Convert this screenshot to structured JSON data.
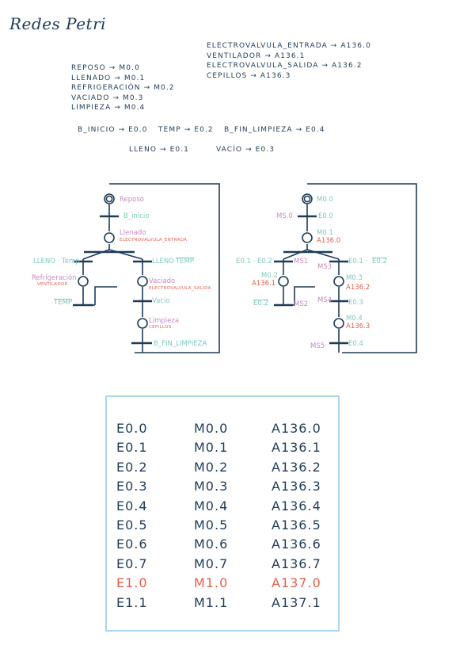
{
  "title": "Redes Petri",
  "marks": [
    {
      "text": "REPOSO → M0.0"
    },
    {
      "text": "LLENADO → M0.1"
    },
    {
      "text": "REFRIGERACIÓN → M0.2"
    },
    {
      "text": "VACIADO → M0.3"
    },
    {
      "text": "LIMPIEZA → M0.4"
    }
  ],
  "outputs": [
    {
      "text": "ELECTROVALVULA_ENTRADA → A136.0"
    },
    {
      "text": "VENTILADOR → A136.1"
    },
    {
      "text": "ELECTROVALVULA_SALIDA → A136.2"
    },
    {
      "text": "CEPILLOS → A136.3"
    }
  ],
  "inputs_row1": [
    {
      "text": "B_INICIO → E0.0"
    },
    {
      "text": "TEMP → E0.2"
    },
    {
      "text": "B_FIN_LIMPIEZA → E0.4"
    }
  ],
  "inputs_row2": [
    {
      "text": "LLENO → E0.1"
    },
    {
      "text": "VACÍO → E0.3"
    }
  ],
  "left_net": {
    "p_reposo": "Reposo",
    "t_inicio": "B_inicio",
    "p_llenado": "Llenado",
    "a_llenado": "ELECTROVALVULA_ENTRADA",
    "t_lleno_temp": "LLENO · Temp",
    "t_lleno_notemp": "LLENO ·",
    "t_lleno_notemp_bar": "TEMP",
    "p_refrig": "Refrigeración",
    "a_refrig": "VENTILADOR",
    "t_temp_bar": "TEMP",
    "p_vaciado": "Vaciado",
    "a_vaciado": "ELECTROVALVULA_SALIDA",
    "t_vacio": "Vacio",
    "p_limpieza": "Limpieza",
    "a_limpieza": "CEPILLOS",
    "t_fin": "B_FIN_LIMPIEZA"
  },
  "right_net": {
    "p0": "M0.0",
    "t_ms0": "MS.0",
    "t_e00": "E0.0",
    "p1": "M0.1",
    "a1": "A136.0",
    "t_ms1": "MS1",
    "t_e01e02": "E0.1 · E0.2",
    "t_ms3": "MS3",
    "t_e01": "E0.1 ·",
    "t_e02bar": "E0.2",
    "p2": "M0.2",
    "a2": "A136.1",
    "t_e02b": "E0.2",
    "t_ms2": "MS2",
    "p3": "M0.3",
    "a3": "A136.2",
    "t_ms4": "MS4",
    "t_e03": "E0.3",
    "p4": "M0.4",
    "a4": "A136.3",
    "t_ms5": "MS5",
    "t_e04": "E0.4"
  },
  "table": {
    "col_e": [
      "E0.0",
      "E0.1",
      "E0.2",
      "E0.3",
      "E0.4",
      "E0.5",
      "E0.6",
      "E0.7",
      "E1.0",
      "E1.1"
    ],
    "col_m": [
      "M0.0",
      "M0.1",
      "M0.2",
      "M0.3",
      "M0.4",
      "M0.5",
      "M0.6",
      "M0.7",
      "M1.0",
      "M1.1"
    ],
    "col_a": [
      "A136.0",
      "A136.1",
      "A136.2",
      "A136.3",
      "A136.4",
      "A136.5",
      "A136.6",
      "A136.7",
      "A137.0",
      "A137.1"
    ]
  },
  "colors": {
    "ink": "#1f3b57",
    "place_label": "#c48bbf",
    "transition_label": "#7fc7bf",
    "action_label": "#e0604f",
    "table_border": "#aad7ee"
  }
}
